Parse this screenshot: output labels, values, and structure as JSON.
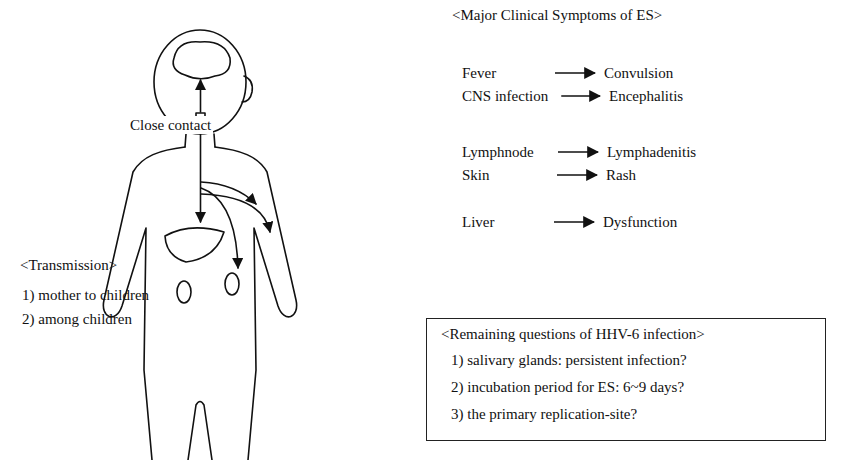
{
  "diagram": {
    "nodes": [
      {
        "text": [
          "Fever"
        ]
      },
      {
        "text": [
          "Convulsion"
        ]
      },
      {
        "text": [
          "CNS infection"
        ]
      },
      {
        "text": [
          "Encephalitis"
        ]
      },
      {
        "text": [
          "Lymphnode"
        ]
      },
      {
        "text": [
          "Lymphadenitis"
        ]
      },
      {
        "text": [
          "Skin"
        ]
      },
      {
        "text": [
          "Rash"
        ]
      },
      {
        "text": [
          "Liver"
        ]
      },
      {
        "text": [
          "Dysfunction"
        ]
      },
      {
        "text": [
          "<Remaining questions of HHV-6 infection>",
          "1) salivary glands: persistent infection?",
          "2) incubation period for ES: 6~9 days?",
          "3) the primary replication-site?"
        ]
      }
    ],
    "edges": [
      {
        "from": 0,
        "to": 1,
        "arrow": "to"
      },
      {
        "from": 2,
        "to": 3,
        "arrow": "to"
      },
      {
        "from": 4,
        "to": 5,
        "arrow": "to"
      },
      {
        "from": 6,
        "to": 7,
        "arrow": "to"
      },
      {
        "from": 8,
        "to": 9,
        "arrow": "to"
      }
    ],
    "labels": [
      "<Major Clinical Symptoms of ES>",
      "Close contact",
      "<Transmission>",
      "1) mother to children",
      "2) among children"
    ]
  }
}
